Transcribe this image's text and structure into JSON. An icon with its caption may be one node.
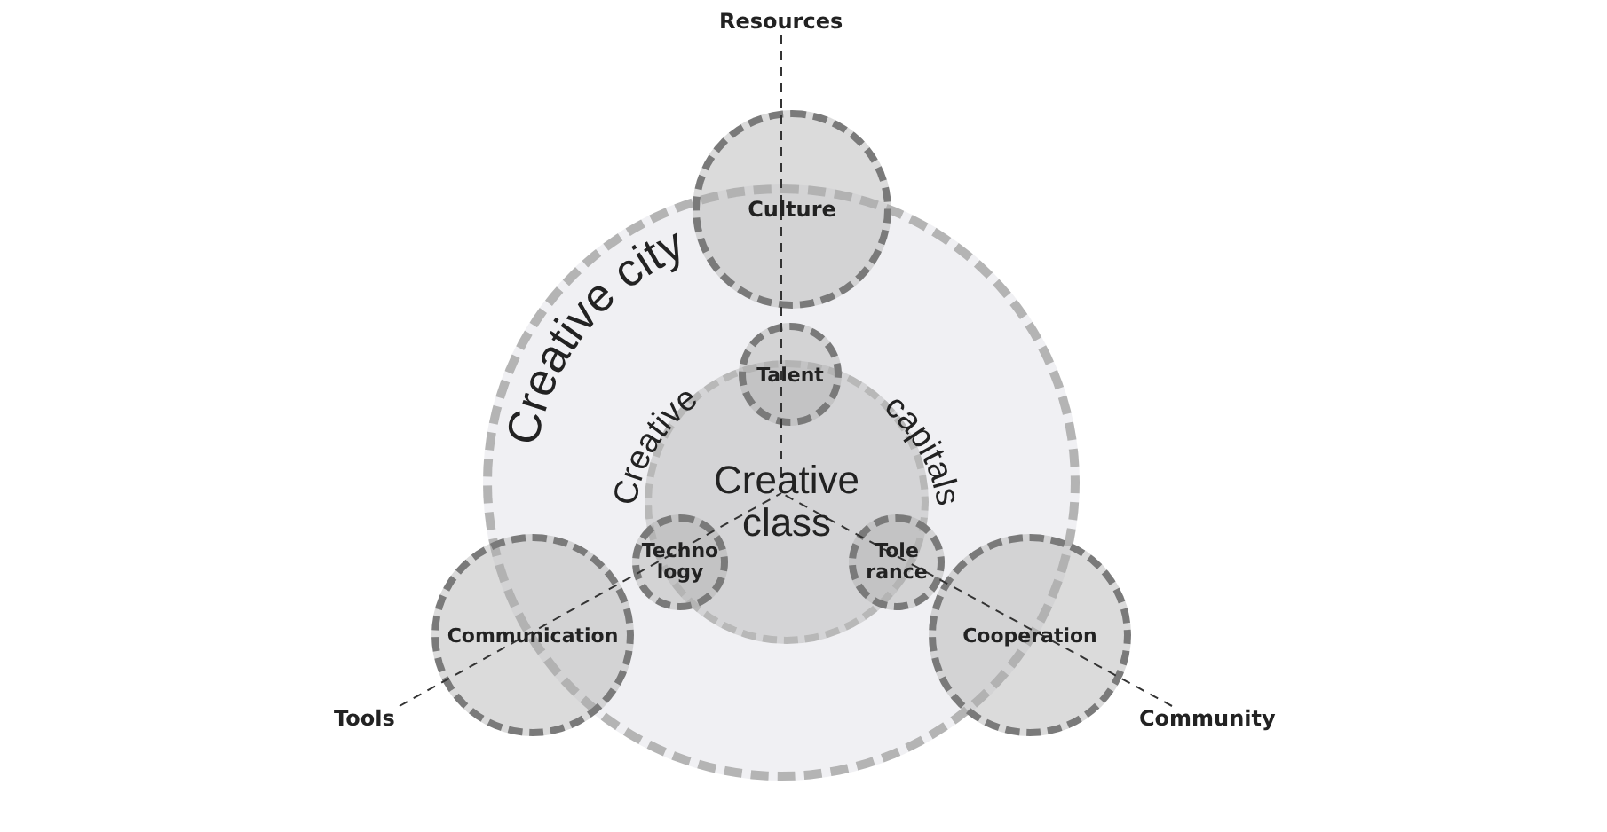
{
  "diagram": {
    "nodes": [
      {
        "text": [
          "Creative city"
        ]
      },
      {
        "text": [
          "Culture"
        ]
      },
      {
        "text": [
          "Creative capitals",
          "Creative class"
        ],
        "in": 0
      },
      {
        "text": [
          "Talent"
        ],
        "in": 0
      },
      {
        "text": [
          "Techno logy"
        ],
        "in": 0
      },
      {
        "text": [
          "Tole rance"
        ],
        "in": 0
      },
      {
        "text": [
          "Communication"
        ]
      },
      {
        "text": [
          "Cooperation"
        ]
      }
    ],
    "labels": [
      "Resources",
      "Tools",
      "Community"
    ]
  }
}
